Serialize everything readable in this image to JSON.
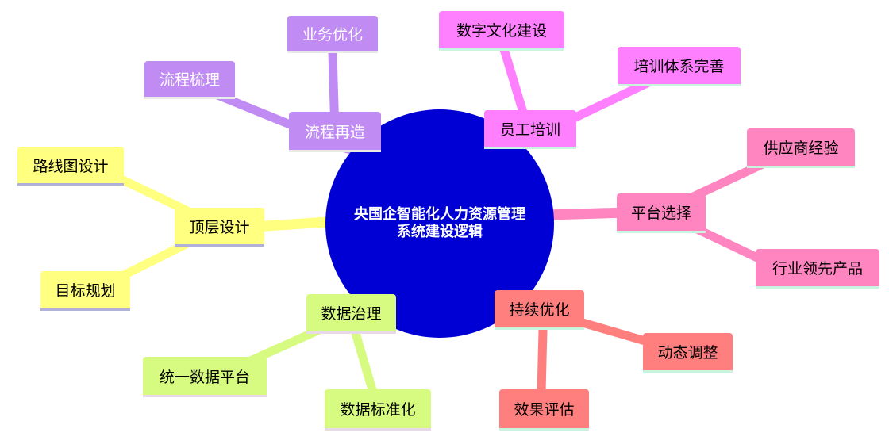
{
  "center": {
    "line1": "央国企智能化人力资源管理",
    "line2": "系统建设逻辑",
    "color": "#0000d4"
  },
  "branches": {
    "liucheng": {
      "label": "流程再造",
      "color": "#c08cf4",
      "textColor": "#ffffff",
      "children": [
        "业务优化",
        "流程梳理"
      ]
    },
    "yuangong": {
      "label": "员工培训",
      "color": "#ff80ff",
      "textColor": "#000000",
      "children": [
        "数字文化建设",
        "培训体系完善"
      ]
    },
    "pingtai": {
      "label": "平台选择",
      "color": "#ff85c0",
      "textColor": "#000000",
      "children": [
        "供应商经验",
        "行业领先产品"
      ]
    },
    "chixu": {
      "label": "持续优化",
      "color": "#ff7f7f",
      "textColor": "#000000",
      "children": [
        "动态调整",
        "效果评估"
      ]
    },
    "shuju": {
      "label": "数据治理",
      "color": "#d6fb80",
      "textColor": "#000000",
      "children": [
        "统一数据平台",
        "数据标准化"
      ]
    },
    "dingceng": {
      "label": "顶层设计",
      "color": "#ffff80",
      "textColor": "#000000",
      "children": [
        "路线图设计",
        "目标规划"
      ]
    }
  }
}
